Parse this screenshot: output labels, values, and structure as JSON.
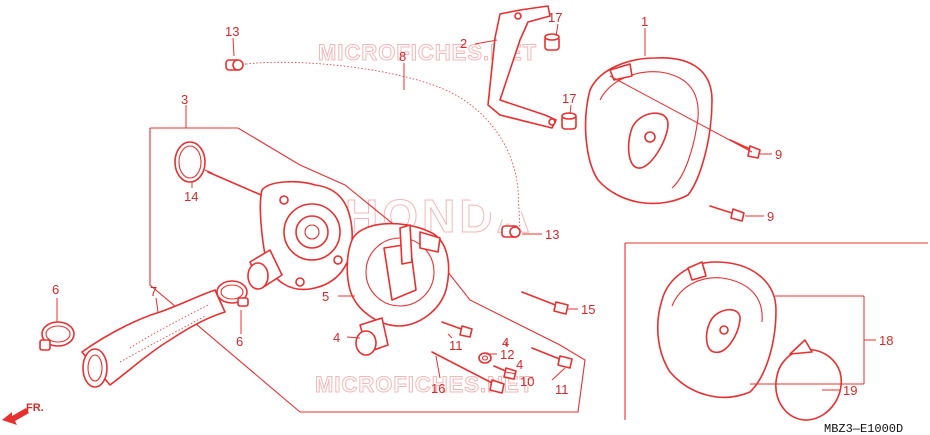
{
  "watermarks": {
    "top": "MICROFICHES.NET",
    "center": "HONDA",
    "bottom": "MICROFICHES.NET"
  },
  "callouts": {
    "c1": "1",
    "c2": "2",
    "c3": "3",
    "c4a": "4",
    "c4b": "4",
    "c5": "5",
    "c6a": "6",
    "c6b": "6",
    "c7": "7",
    "c8": "8",
    "c9a": "9",
    "c9b": "9",
    "c10": "10",
    "c11a": "11",
    "c11b": "11",
    "c12": "12",
    "c13a": "13",
    "c13b": "13",
    "c14": "14",
    "c15": "15",
    "c16": "16",
    "c17a": "17",
    "c17b": "17",
    "c18": "18",
    "c19": "19"
  },
  "direction_label": "FR.",
  "diagram_code": "MBZ3—E1000D",
  "colors": {
    "line": "#e83030",
    "text": "#d42a2a",
    "watermark": "#f2b0b0",
    "code": "#111111"
  }
}
